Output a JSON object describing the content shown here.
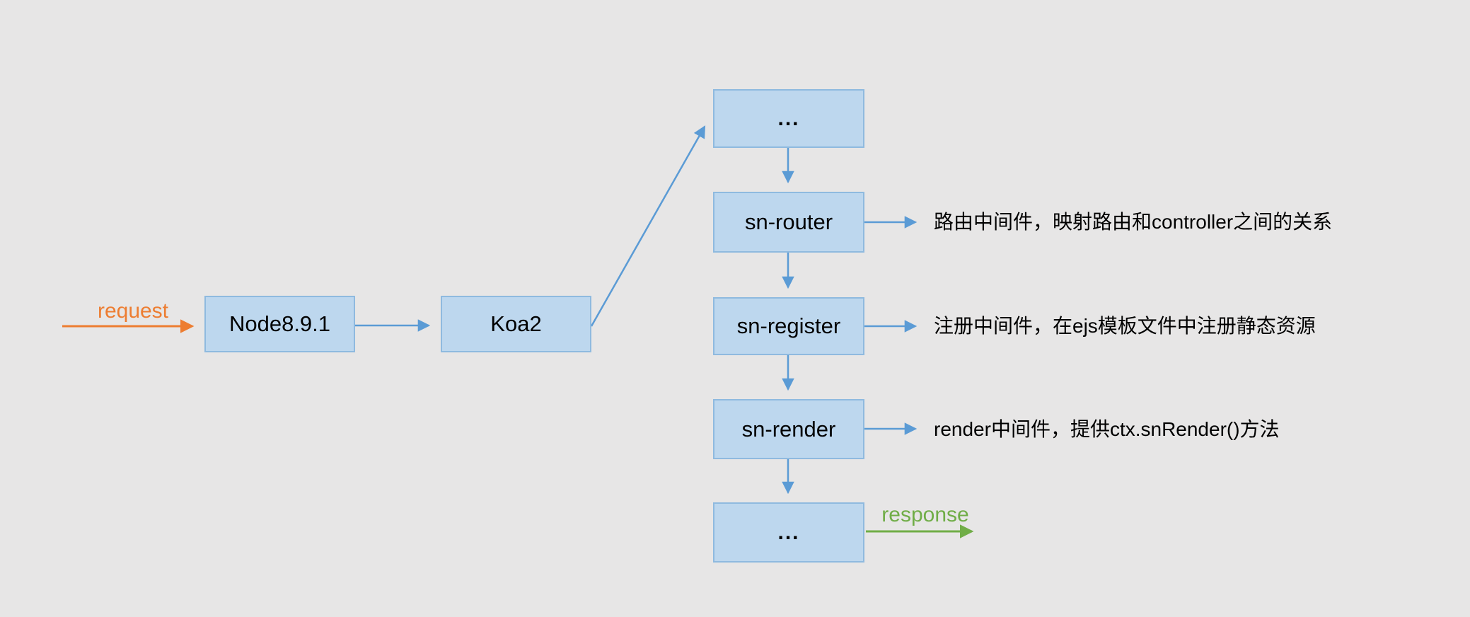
{
  "colors": {
    "background": "#e7e6e6",
    "box_fill": "#bdd7ee",
    "box_border": "#8fbadf",
    "arrow_blue": "#5b9bd5",
    "arrow_orange": "#ed7d31",
    "arrow_green": "#70ad47",
    "text_color": "#000000"
  },
  "flow_labels": {
    "request": "request",
    "response": "response"
  },
  "nodes": [
    {
      "id": "node",
      "label": "Node8.9.1"
    },
    {
      "id": "koa",
      "label": "Koa2"
    },
    {
      "id": "middleware-top",
      "label": "..."
    },
    {
      "id": "sn-router",
      "label": "sn-router"
    },
    {
      "id": "sn-register",
      "label": "sn-register"
    },
    {
      "id": "sn-render",
      "label": "sn-render"
    },
    {
      "id": "middleware-bottom",
      "label": "..."
    }
  ],
  "annotations": [
    {
      "for": "sn-router",
      "text": "路由中间件，映射路由和controller之间的关系"
    },
    {
      "for": "sn-register",
      "text": "注册中间件，在ejs模板文件中注册静态资源"
    },
    {
      "for": "sn-render",
      "text": "render中间件，提供ctx.snRender()方法"
    }
  ]
}
